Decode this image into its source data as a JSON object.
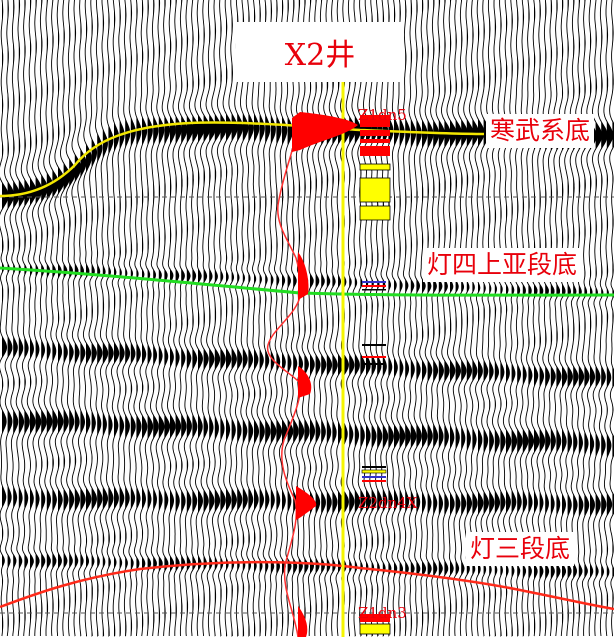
{
  "well": {
    "title": "X2井"
  },
  "horizons": [
    {
      "label": "寒武系底",
      "color": "#f2e600"
    },
    {
      "label": "灯四上亚段底",
      "color": "#22dd22"
    },
    {
      "label": "灯三段底",
      "color": "#ff2a1a"
    }
  ],
  "markers": [
    "Z1dn5",
    "Z2dn4X",
    "Z1dn3"
  ],
  "colors": {
    "label_text": "#e8000b",
    "wavelet_fill": "#ff0000",
    "well_line": "#f5f500",
    "trace": "#000000"
  }
}
